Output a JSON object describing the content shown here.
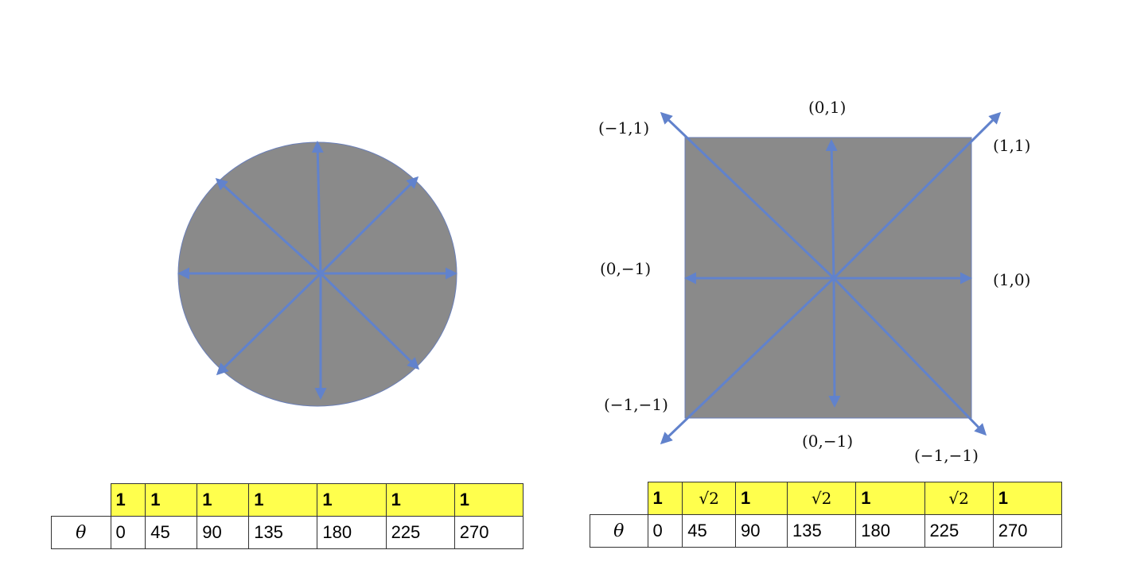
{
  "left_table": {
    "magnitudes": [
      "1",
      "1",
      "1",
      "1",
      "1",
      "1",
      "1"
    ],
    "theta_label": "θ",
    "angles": [
      "0",
      "45",
      "90",
      "135",
      "180",
      "225",
      "270"
    ]
  },
  "right_table": {
    "magnitudes": [
      "1",
      "√2",
      "1",
      "√2",
      "1",
      "√2",
      "1"
    ],
    "theta_label": "θ",
    "angles": [
      "0",
      "45",
      "90",
      "135",
      "180",
      "225",
      "270"
    ]
  },
  "square_labels": {
    "top": "(0,1)",
    "top_left": "(−1,1)",
    "top_right": "(1,1)",
    "left": "(0,−1)",
    "right": "(1,0)",
    "bottom_left": "(−1,−1)",
    "bottom": "(0,−1)",
    "bottom_right": "(−1,−1)"
  },
  "colors": {
    "shape_fill": "#8a8a8a",
    "arrow": "#6182cc",
    "highlight": "#ffff4d"
  }
}
